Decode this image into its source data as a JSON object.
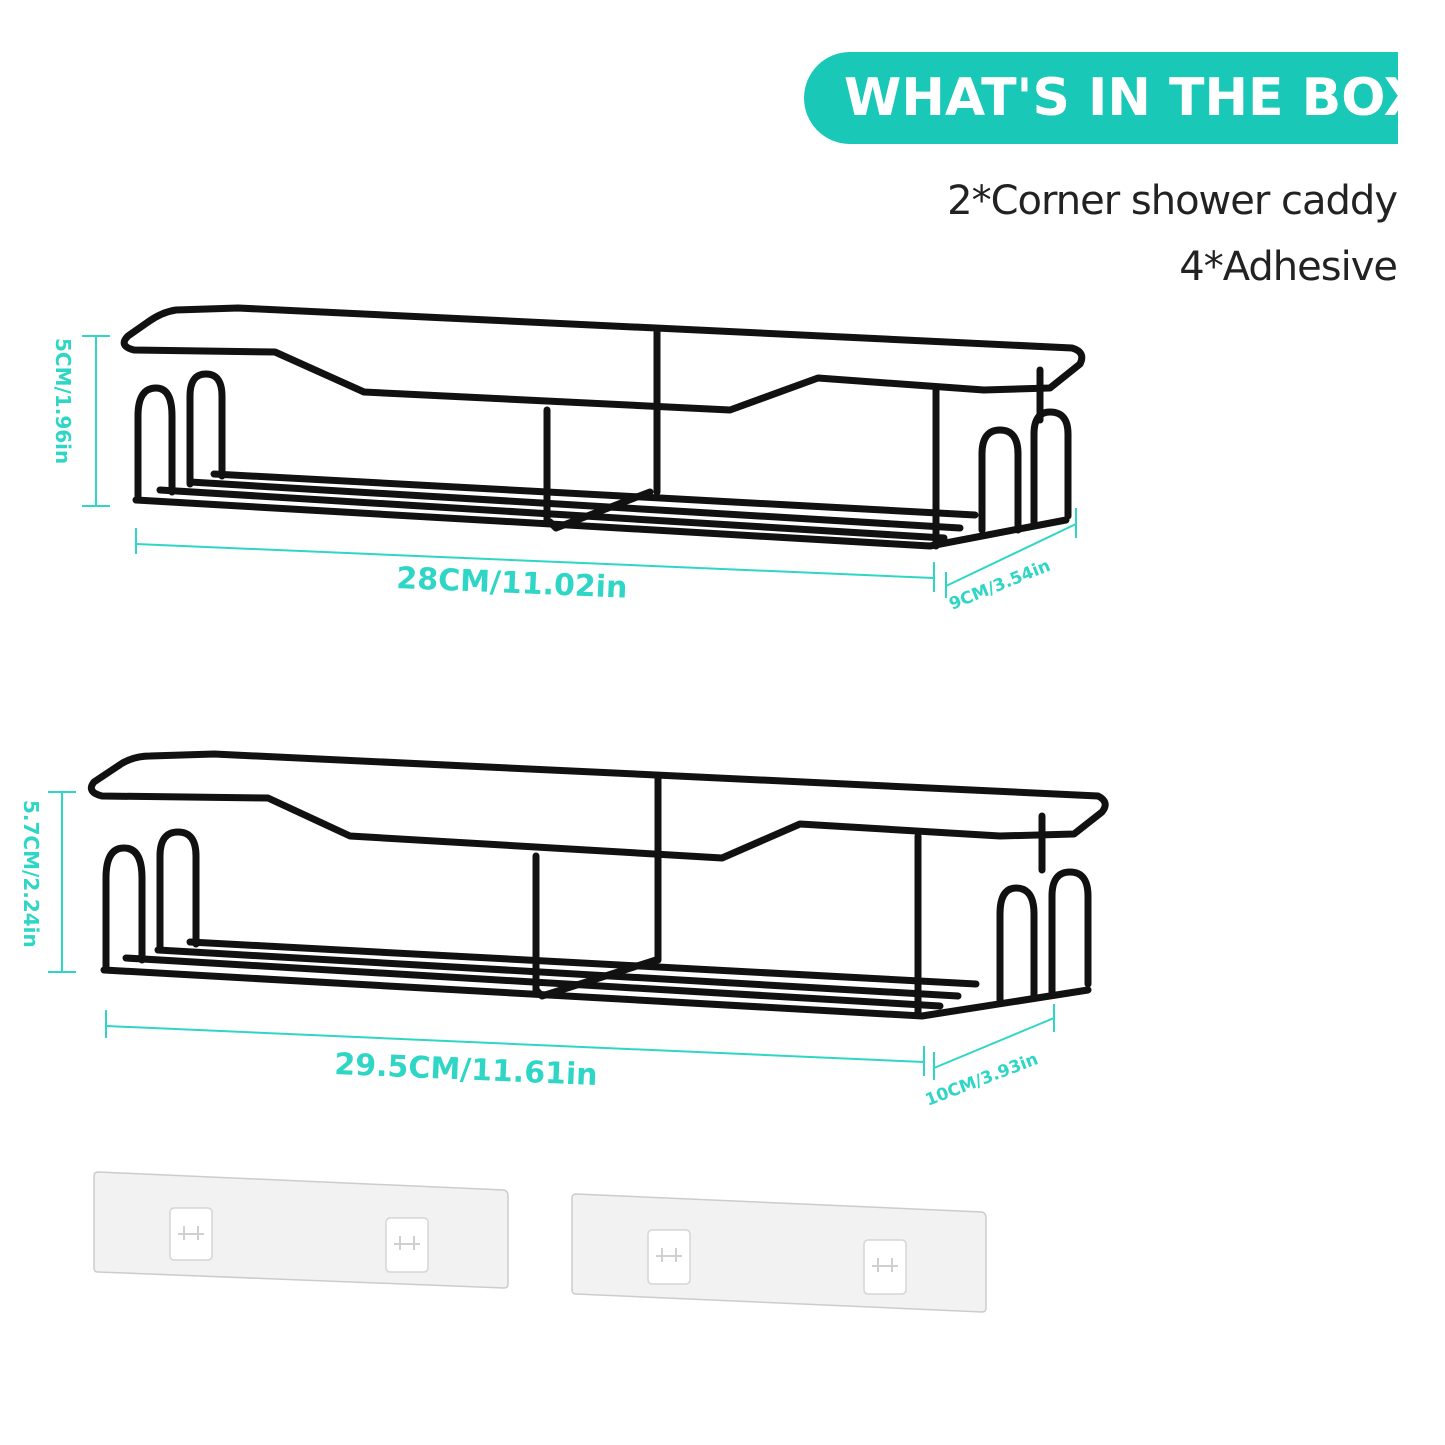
{
  "header": {
    "banner_title": "WHAT'S IN THE BOX",
    "contents": [
      "2*Corner shower caddy",
      "4*Adhesive"
    ]
  },
  "caddy_small": {
    "height_label": "5CM/1.96in",
    "width_label": "28CM/11.02in",
    "depth_label": "9CM/3.54in"
  },
  "caddy_large": {
    "height_label": "5.7CM/2.24in",
    "width_label": "29.5CM/11.61in",
    "depth_label": "10CM/3.93in"
  },
  "colors": {
    "accent": "#1ac8b8",
    "dimension": "#2fd6c6",
    "wire": "#111111",
    "text": "#222222",
    "background": "#ffffff"
  },
  "icons": [
    "adhesive-strip",
    "hook-icon"
  ]
}
